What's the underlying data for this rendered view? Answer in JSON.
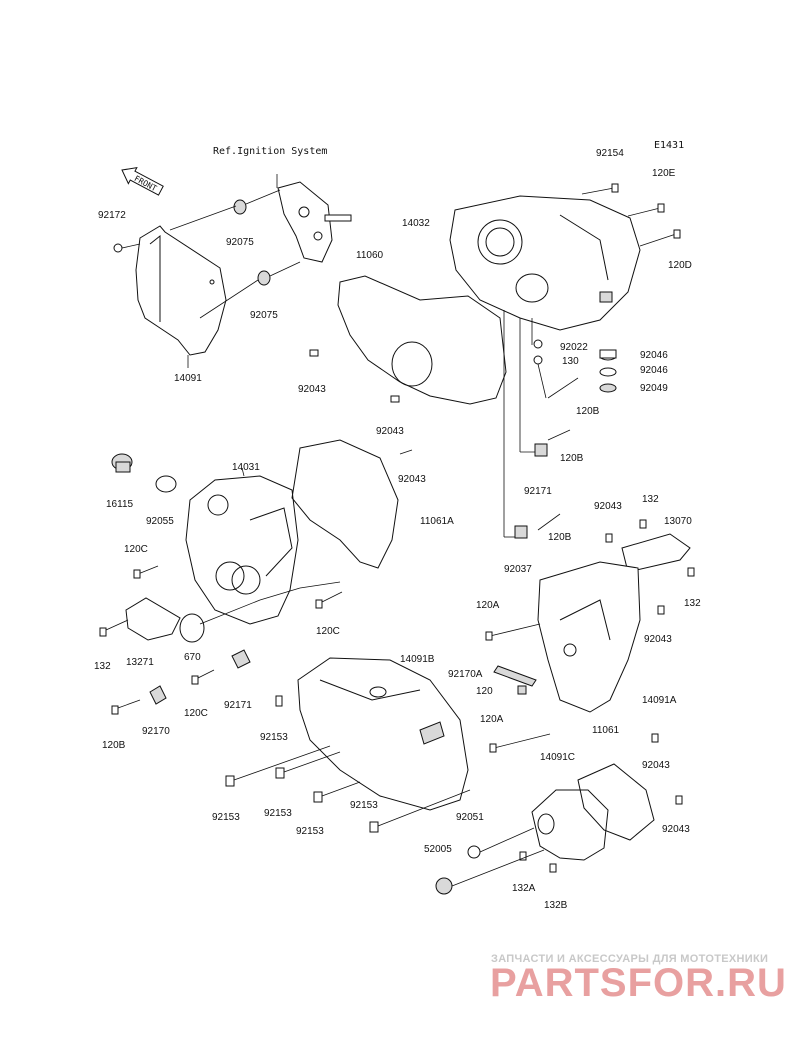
{
  "diagram_code": "E1431",
  "reference_note": "Ref.Ignition System",
  "front_marker": "FRONT",
  "watermark": {
    "tagline": "ЗАПЧАСТИ И АКСЕССУАРЫ ДЛЯ МОТОТЕХНИКИ",
    "brand": "PARTSFOR.RU",
    "brand_color": "#e8a0a0"
  },
  "callouts": [
    {
      "id": "c-14091",
      "label": "14091"
    },
    {
      "id": "c-92172",
      "label": "92172"
    },
    {
      "id": "c-92075a",
      "label": "92075"
    },
    {
      "id": "c-92075b",
      "label": "92075"
    },
    {
      "id": "c-11060",
      "label": "11060"
    },
    {
      "id": "c-92043a",
      "label": "92043"
    },
    {
      "id": "c-92043b",
      "label": "92043"
    },
    {
      "id": "c-14032",
      "label": "14032"
    },
    {
      "id": "c-92154",
      "label": "92154"
    },
    {
      "id": "c-120E",
      "label": "120E"
    },
    {
      "id": "c-120D",
      "label": "120D"
    },
    {
      "id": "c-92022",
      "label": "92022"
    },
    {
      "id": "c-130",
      "label": "130"
    },
    {
      "id": "c-120Ba",
      "label": "120B"
    },
    {
      "id": "c-92046a",
      "label": "92046"
    },
    {
      "id": "c-92046b",
      "label": "92046"
    },
    {
      "id": "c-92049",
      "label": "92049"
    },
    {
      "id": "c-120Bb",
      "label": "120B"
    },
    {
      "id": "c-92171a",
      "label": "92171"
    },
    {
      "id": "c-120Bc",
      "label": "120B"
    },
    {
      "id": "c-92037",
      "label": "92037"
    },
    {
      "id": "c-14031",
      "label": "14031"
    },
    {
      "id": "c-92043c",
      "label": "92043"
    },
    {
      "id": "c-11061A",
      "label": "11061A"
    },
    {
      "id": "c-16115",
      "label": "16115"
    },
    {
      "id": "c-92055",
      "label": "92055"
    },
    {
      "id": "c-120Ca",
      "label": "120C"
    },
    {
      "id": "c-120Cb",
      "label": "120C"
    },
    {
      "id": "c-132a",
      "label": "132"
    },
    {
      "id": "c-13271",
      "label": "13271"
    },
    {
      "id": "c-670",
      "label": "670"
    },
    {
      "id": "c-92171b",
      "label": "92171"
    },
    {
      "id": "c-120Cc",
      "label": "120C"
    },
    {
      "id": "c-120Bd",
      "label": "120B"
    },
    {
      "id": "c-92170",
      "label": "92170"
    },
    {
      "id": "c-92043d",
      "label": "92043"
    },
    {
      "id": "c-132b",
      "label": "132"
    },
    {
      "id": "c-13070",
      "label": "13070"
    },
    {
      "id": "c-132c",
      "label": "132"
    },
    {
      "id": "c-120Aa",
      "label": "120A"
    },
    {
      "id": "c-92043e",
      "label": "92043"
    },
    {
      "id": "c-14091B",
      "label": "14091B"
    },
    {
      "id": "c-92170A",
      "label": "92170A"
    },
    {
      "id": "c-120",
      "label": "120"
    },
    {
      "id": "c-14091A",
      "label": "14091A"
    },
    {
      "id": "c-92153a",
      "label": "92153"
    },
    {
      "id": "c-120Ab",
      "label": "120A"
    },
    {
      "id": "c-11061",
      "label": "11061"
    },
    {
      "id": "c-92043f",
      "label": "92043"
    },
    {
      "id": "c-14091C",
      "label": "14091C"
    },
    {
      "id": "c-92153b",
      "label": "92153"
    },
    {
      "id": "c-92153c",
      "label": "92153"
    },
    {
      "id": "c-92153d",
      "label": "92153"
    },
    {
      "id": "c-92153e",
      "label": "92153"
    },
    {
      "id": "c-92051",
      "label": "92051"
    },
    {
      "id": "c-92043g",
      "label": "92043"
    },
    {
      "id": "c-52005",
      "label": "52005"
    },
    {
      "id": "c-132A",
      "label": "132A"
    },
    {
      "id": "c-132B",
      "label": "132B"
    }
  ]
}
